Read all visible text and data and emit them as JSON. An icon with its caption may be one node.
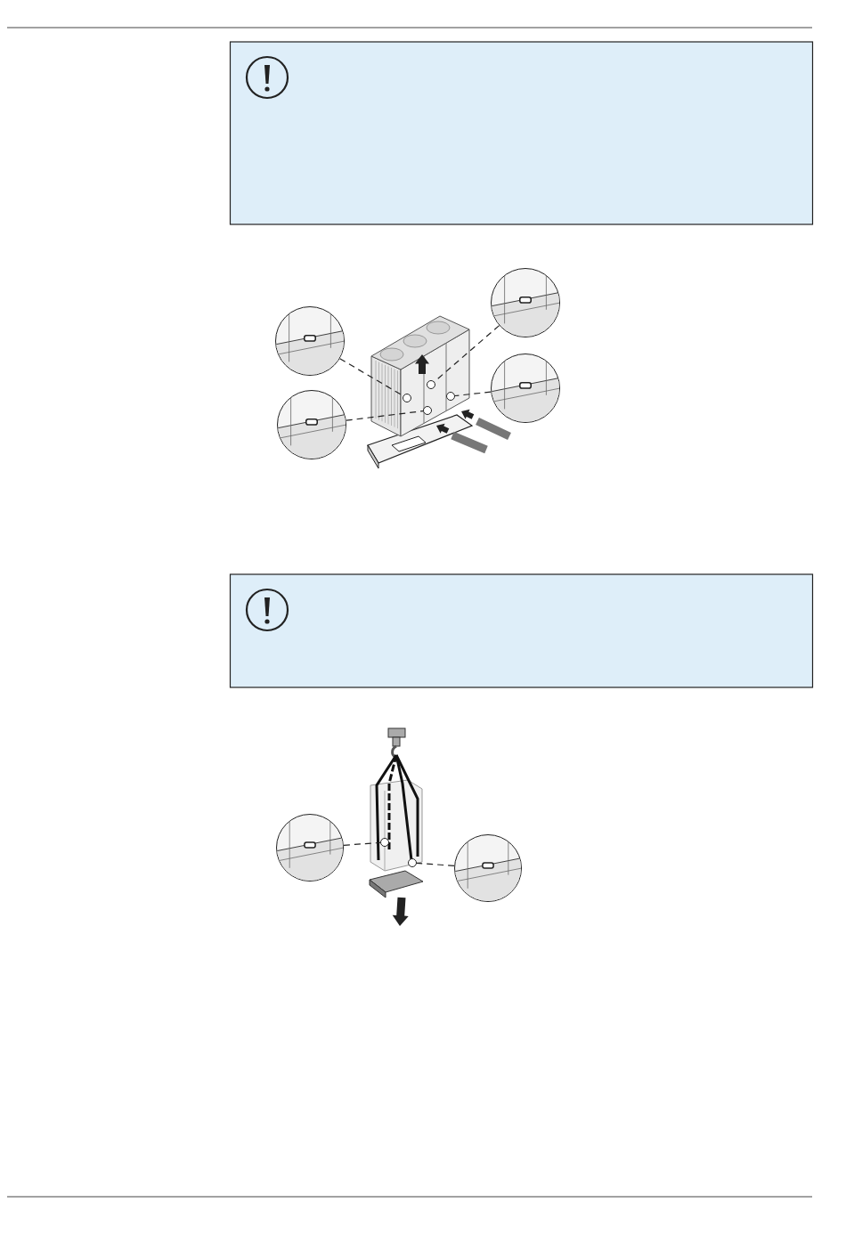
{
  "diagram": {
    "nodes": [
      {
        "text": [],
        "shape": "picture"
      },
      {
        "text": [],
        "shape": "picture"
      },
      {
        "text": [],
        "shape": "picture"
      },
      {
        "text": [],
        "shape": "picture"
      },
      {
        "text": [],
        "shape": "circle"
      },
      {
        "text": [],
        "shape": "circle"
      },
      {
        "text": [],
        "shape": "circle"
      },
      {
        "text": [],
        "shape": "circle"
      },
      {
        "text": [],
        "shape": "picture"
      },
      {
        "text": [],
        "shape": "picture"
      },
      {
        "text": [],
        "shape": "circle"
      },
      {
        "text": [],
        "shape": "circle"
      }
    ],
    "edges": [
      {
        "from": 0,
        "to": 4,
        "arrow": "none",
        "style": "dashed"
      },
      {
        "from": 1,
        "to": 5,
        "arrow": "none",
        "style": "dashed"
      },
      {
        "from": 3,
        "to": 6,
        "arrow": "none",
        "style": "dashed"
      },
      {
        "from": 2,
        "to": 7,
        "arrow": "none",
        "style": "dashed"
      },
      {
        "from": 8,
        "to": 10,
        "arrow": "none",
        "style": "dashed"
      },
      {
        "from": 9,
        "to": 11,
        "arrow": "none",
        "style": "dashed"
      }
    ]
  }
}
